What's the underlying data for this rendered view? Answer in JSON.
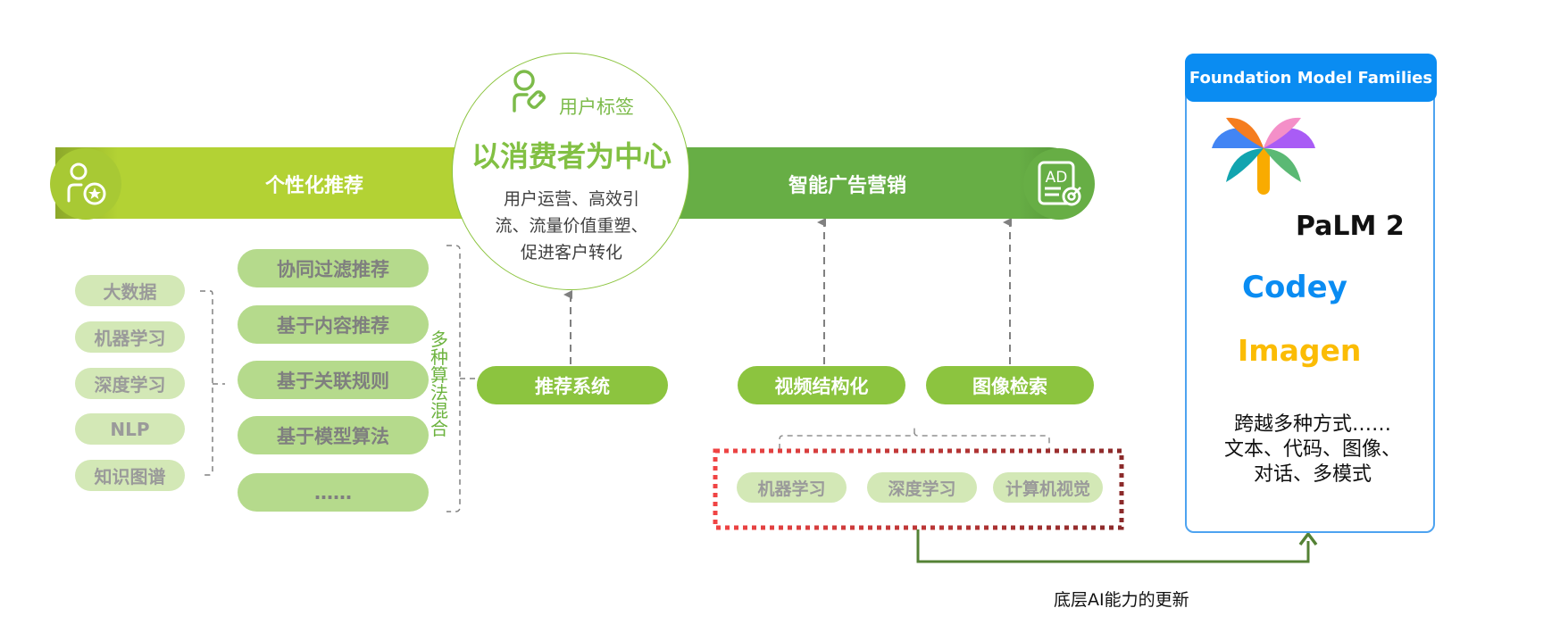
{
  "left_bar": {
    "label": "个性化推荐",
    "icon": "user-star-icon"
  },
  "right_bar": {
    "label": "智能广告营销",
    "icon": "ad-target-icon"
  },
  "center": {
    "tag_label": "用户标签",
    "tag_icon": "user-tag-icon",
    "title": "以消费者为中心",
    "desc_lines": [
      "用户运营、高效引",
      "流、流量价值重塑、",
      "促进客户转化"
    ]
  },
  "foundations": [
    "大数据",
    "机器学习",
    "深度学习",
    "NLP",
    "知识图谱"
  ],
  "algorithms": [
    "协同过滤推荐",
    "基于内容推荐",
    "基于关联规则",
    "基于模型算法",
    "……"
  ],
  "algorithm_mix_label": "多种算法混合",
  "recommend_system": "推荐系统",
  "ad_capabilities": [
    "视频结构化",
    "图像检索"
  ],
  "ai_base": [
    "机器学习",
    "深度学习",
    "计算机视觉"
  ],
  "foundation_models": {
    "header": "Foundation Model Families",
    "logo": "palm-tree-logo",
    "models": [
      {
        "name": "PaLM 2",
        "color": "#111111"
      },
      {
        "name": "Codey",
        "color": "#0a8cf2"
      },
      {
        "name": "Imagen",
        "color": "#fbbc04"
      }
    ],
    "desc_lines": [
      "跨越多种方式……",
      "文本、代码、图像、",
      "对话、多模式"
    ]
  },
  "update_label": "底层AI能力的更新",
  "colors": {
    "lime": "#b3d234",
    "green": "#67ae45",
    "accent_green": "#8cc43f",
    "blue": "#0a8cf2",
    "arrow_green": "#548235",
    "dotted_red": "#f04040",
    "dotted_dark": "#8b2a2a"
  }
}
